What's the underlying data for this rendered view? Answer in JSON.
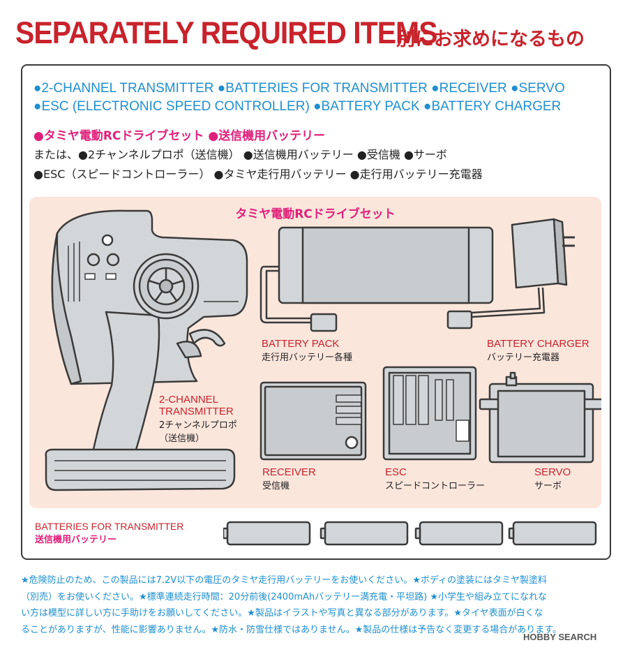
{
  "header": {
    "title_en": "SEPARATELY REQUIRED ITEMS",
    "title_jp": "別にお求めになるもの"
  },
  "required_items_en": {
    "line1": [
      "2-CHANNEL TRANSMITTER",
      "BATTERIES FOR TRANSMITTER",
      "RECEIVER",
      "SERVO"
    ],
    "line2": [
      "ESC (ELECTRONIC SPEED CONTROLLER)",
      "BATTERY PACK",
      "BATTERY CHARGER"
    ]
  },
  "required_items_jp": {
    "highlight": [
      "タミヤ電動RCドライブセット",
      "送信機用バッテリー"
    ],
    "or_prefix": "または、",
    "line1": [
      "2チャンネルプロポ（送信機）",
      "送信機用バッテリー",
      "受信機",
      "サーボ"
    ],
    "line2": [
      "ESC（スピードコントローラー）",
      "タミヤ走行用バッテリー",
      "走行用バッテリー充電器"
    ],
    "bullet": "●"
  },
  "kit_panel": {
    "title": "タミヤ電動RCドライブセット",
    "transmitter": {
      "label_en_1": "2-CHANNEL",
      "label_en_2": "TRANSMITTER",
      "label_jp_1": "2チャンネルプロポ",
      "label_jp_2": "（送信機）"
    },
    "battery_pack": {
      "label_en": "BATTERY PACK",
      "label_jp": "走行用バッテリー各種"
    },
    "battery_charger": {
      "label_en": "BATTERY CHARGER",
      "label_jp": "バッテリー充電器"
    },
    "receiver": {
      "label_en": "RECEIVER",
      "label_jp": "受信機"
    },
    "esc": {
      "label_en": "ESC",
      "label_jp": "スピードコントローラー"
    },
    "servo": {
      "label_en": "SERVO",
      "label_jp": "サーボ"
    }
  },
  "tx_batteries": {
    "label_en": "BATTERIES FOR TRANSMITTER",
    "label_jp": "送信機用バッテリー",
    "count": 4
  },
  "notes": [
    "★危険防止のため、この製品には7.2V以下の電圧のタミヤ走行用バッテリーをお使いください。★ボディの塗装にはタミヤ製塗料",
    "（別売）をお使いください。★標準連続走行時間：20分前後(2400mAhバッテリー満充電・平坦路) ★小学生や組み立てになれな",
    "い方は模型に詳しい方に手助けをお願いしてください。★製品はイラストや写真と異なる部分があります。★タイヤ表面が白くな",
    "ることがありますが、性能に影響ありません。★防水・防雪仕様ではありません。★製品の仕様は予告なく変更する場合があります。"
  ],
  "watermark": "HOBBY SEARCH",
  "colors": {
    "title_red": "#c8232c",
    "blue_text": "#1e8fd0",
    "pink_text": "#e0207a",
    "panel_bg": "#fbe6dc",
    "device_fill": "#d3d6d8",
    "outline": "#3a3a3a"
  }
}
